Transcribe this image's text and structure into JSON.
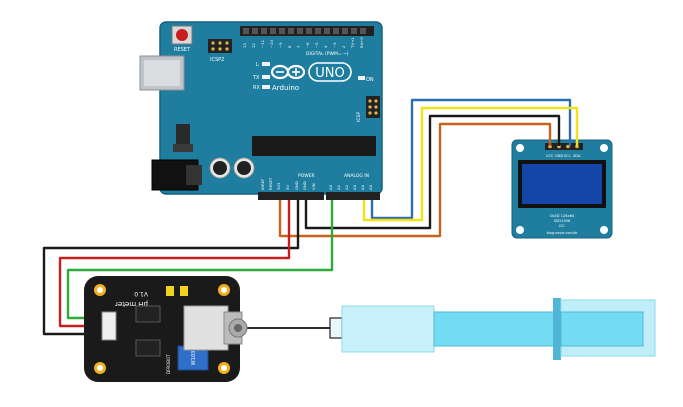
{
  "arduino": {
    "reset_label": "RESET",
    "digital_label": "DIGITAL (PWM= ~)",
    "icsp2_label": "ICSP2",
    "icsp_label": "ICSP",
    "aref_label": "AREF",
    "gnd_label": "GND",
    "led_l": "L",
    "led_tx": "TX",
    "led_rx": "RX",
    "on_label": "ON",
    "brand": "Arduino",
    "model": "UNO",
    "power_label": "POWER",
    "analog_label": "ANALOG IN",
    "ioref": "IOREF",
    "reset_pin": "RESET",
    "pin_33": "3V3",
    "pin_5v": "5V",
    "pin_gnd1": "GND",
    "pin_gnd2": "GND",
    "pin_vin": "VIN",
    "pin_a0": "A0",
    "pin_a1": "A1",
    "pin_a2": "A2",
    "pin_a3": "A3",
    "pin_a4": "A4",
    "pin_a5": "A5",
    "digital_pins": [
      "13",
      "12",
      "~11",
      "~10",
      "~9",
      "8",
      "7",
      "~6",
      "~5",
      "4",
      "~3",
      "2",
      "TX→1",
      "RX←0"
    ]
  },
  "oled": {
    "pins": [
      "VCC",
      "GND",
      "SCL",
      "SDA"
    ],
    "line1": "OLED 128x64",
    "line2": "SSD1306",
    "line3": "I2C",
    "line4": "blog.naver.com/dr"
  },
  "ph_board": {
    "title": "pH meter",
    "version": "V1.0",
    "pot_label": "W103",
    "brand_label": "DFROBOT"
  },
  "wire_colors": {
    "blue": "#2d6db5",
    "yellow": "#f2e21a",
    "black": "#1a1a1a",
    "orange": "#c8621e",
    "red": "#c81e1e",
    "green": "#2eaa3a"
  }
}
